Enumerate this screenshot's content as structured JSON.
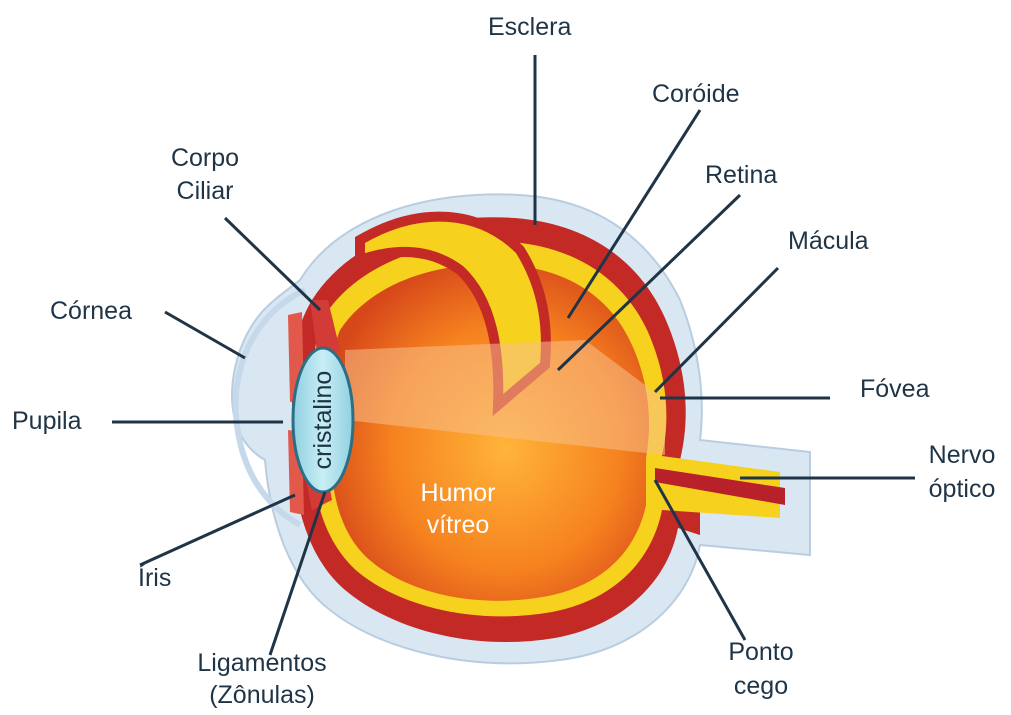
{
  "labels": {
    "esclera": "Esclera",
    "coroide": "Coróide",
    "retina": "Retina",
    "corpo_ciliar_1": "Corpo",
    "corpo_ciliar_2": "Ciliar",
    "macula": "Mácula",
    "cornea": "Córnea",
    "fovea": "Fóvea",
    "pupila": "Pupila",
    "nervo_optico_1": "Nervo",
    "nervo_optico_2": "óptico",
    "iris": "Íris",
    "ligamentos_1": "Ligamentos",
    "ligamentos_2": "(Zônulas)",
    "ponto_cego_1": "Ponto",
    "ponto_cego_2": "cego",
    "cristalino": "cristalino",
    "humor_vitreo_1": "Humor",
    "humor_vitreo_2": "vítreo"
  },
  "colors": {
    "sclera": "#d7e6f2",
    "choroid": "#c8282a",
    "retina": "#f5d323",
    "vitreous": "#f07a1e",
    "lens": "#a9dbe6",
    "leader_line": "#1f3446"
  }
}
